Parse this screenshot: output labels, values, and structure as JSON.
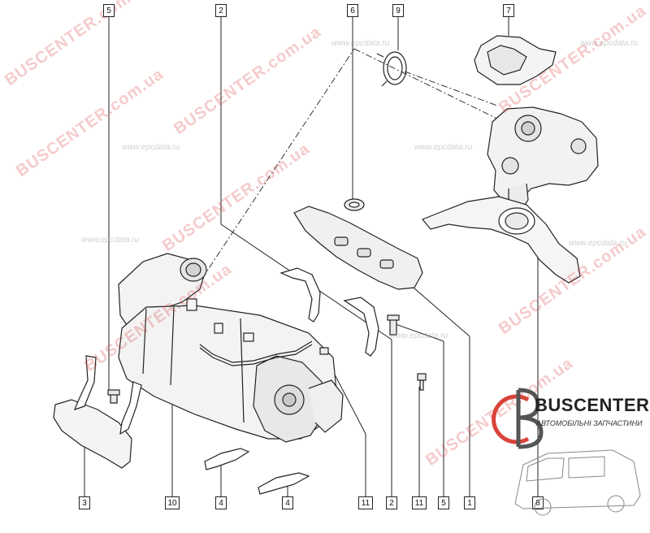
{
  "callouts": {
    "c5_top": "5",
    "c2_top": "2",
    "c6_top": "6",
    "c9_top": "9",
    "c7_top": "7",
    "c3_bottom": "3",
    "c10_bottom": "10",
    "c4a_bottom": "4",
    "c4b_bottom": "4",
    "c11a_bottom": "11",
    "c2_bottom": "2",
    "c11b_bottom": "11",
    "c5_bottom": "5",
    "c1_bottom": "1",
    "c8_bottom": "8"
  },
  "watermarks": {
    "brand": "BUSCENTER.com.ua",
    "site": "www.epcdata.ru"
  },
  "logo": {
    "name": "BUSCENTER",
    "subtitle": "АВТОМОБІЛЬНІ ЗАПЧАСТИНИ",
    "accent_color": "#d9443a"
  }
}
